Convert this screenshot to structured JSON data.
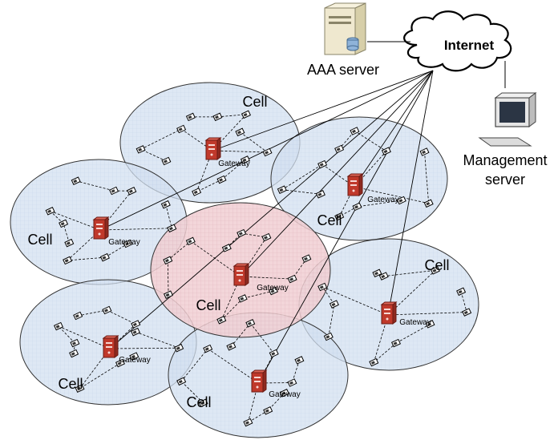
{
  "internet": {
    "label": "Internet"
  },
  "aaa_server": {
    "label": "AAA server"
  },
  "management_server": {
    "line1": "Management",
    "line2": "server"
  },
  "cells": [
    {
      "label": "Cell",
      "gateway_label": "Gateway"
    },
    {
      "label": "Cell",
      "gateway_label": "Gateway"
    },
    {
      "label": "Cell",
      "gateway_label": "Gateway"
    },
    {
      "label": "Cell",
      "gateway_label": "Gateway"
    },
    {
      "label": "Cell",
      "gateway_label": "Gateway"
    },
    {
      "label": "Cell",
      "gateway_label": "Gateway"
    },
    {
      "label": "Cell",
      "gateway_label": "Gateway"
    }
  ],
  "colors": {
    "cell_fill": "#c9d9ec",
    "center_cell_fill": "#eec3c8",
    "gateway_red": "#c0392b",
    "line": "#000000"
  }
}
